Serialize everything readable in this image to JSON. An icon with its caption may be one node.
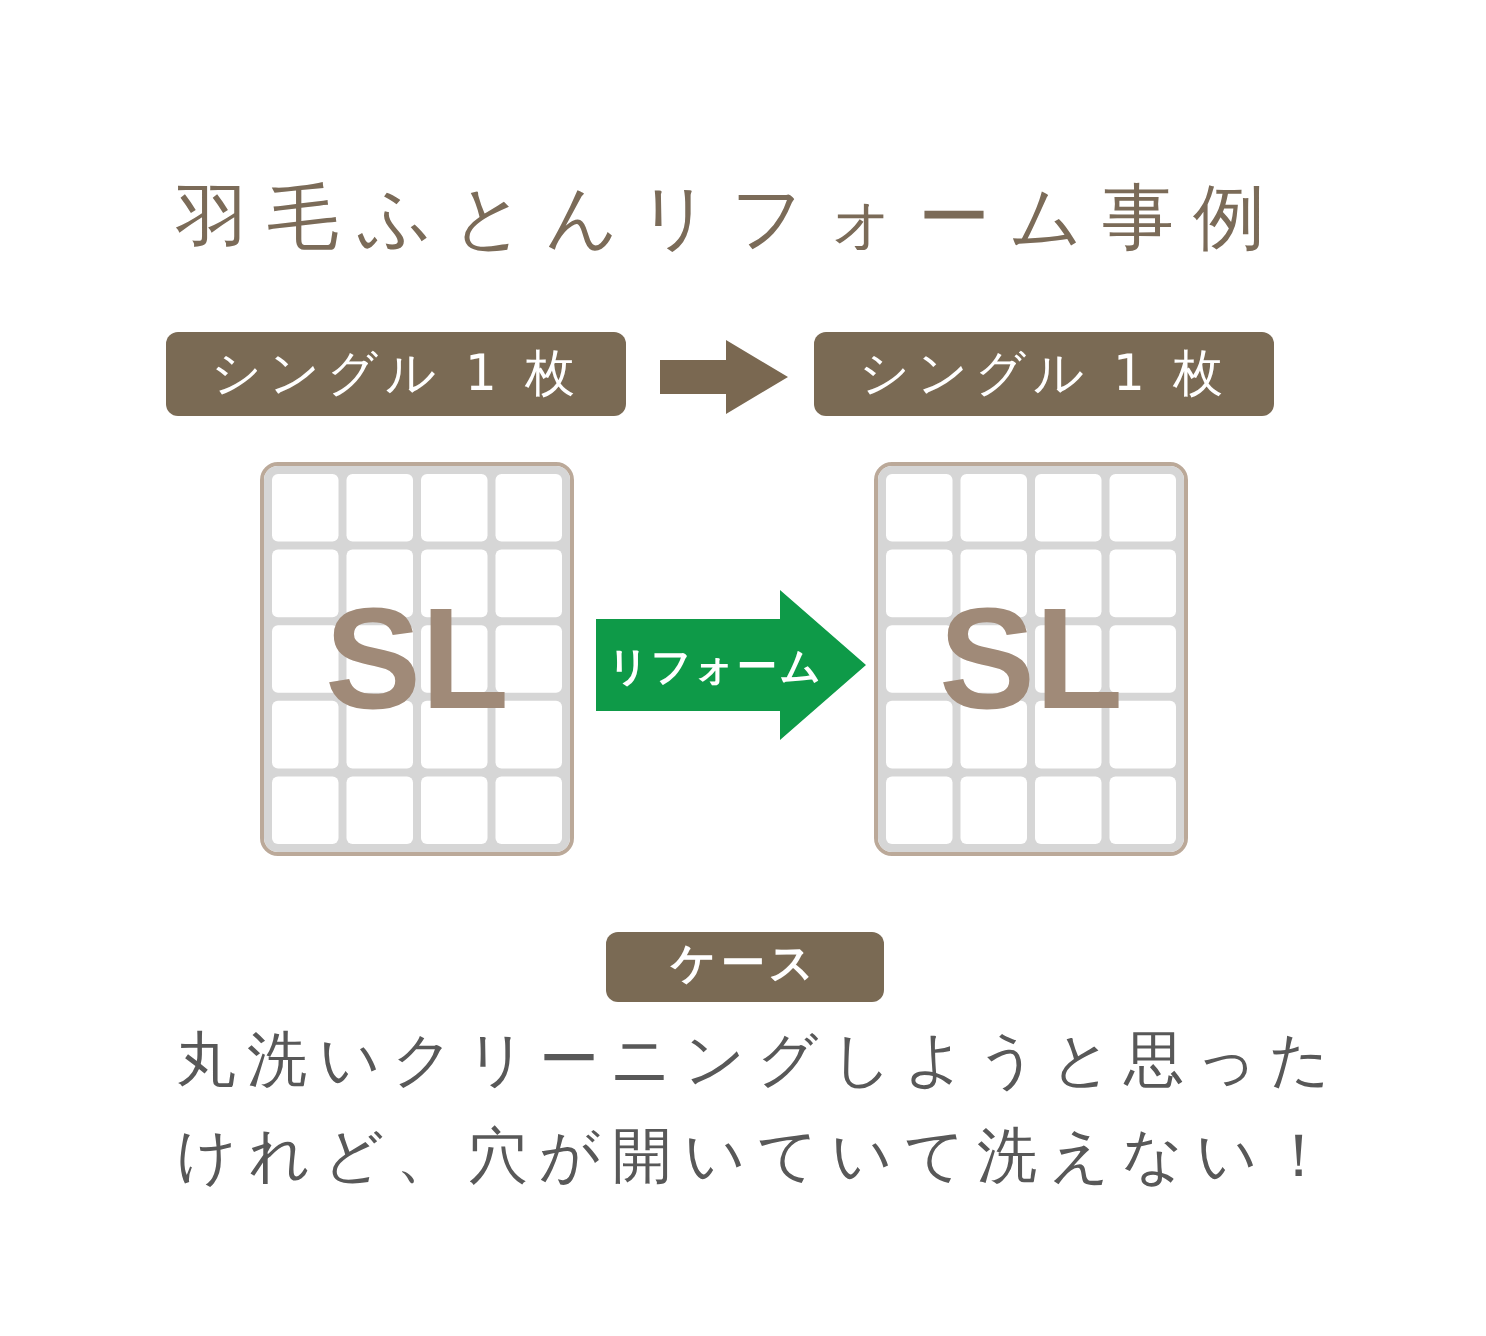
{
  "diagram": {
    "title": "羽毛ふとんリフォーム事例",
    "nodes": [
      {
        "text": [
          "シングル 1 枚"
        ]
      },
      {
        "text": [
          "シングル 1 枚"
        ]
      },
      {
        "text": [
          "SL"
        ]
      },
      {
        "text": [
          "SL"
        ]
      },
      {
        "text": [
          "ケース"
        ]
      }
    ],
    "edges": [
      {
        "from": 0,
        "to": 1,
        "arrow": "to",
        "style": "thick",
        "color": "#7a6851"
      },
      {
        "from": 2,
        "to": 3,
        "arrow": "to",
        "label": "リフォーム",
        "style": "thick",
        "color": "#0e9a48"
      }
    ],
    "labels": [
      "丸洗いクリーニングしようと思ったけれど、穴が開いていて洗えない！"
    ]
  }
}
